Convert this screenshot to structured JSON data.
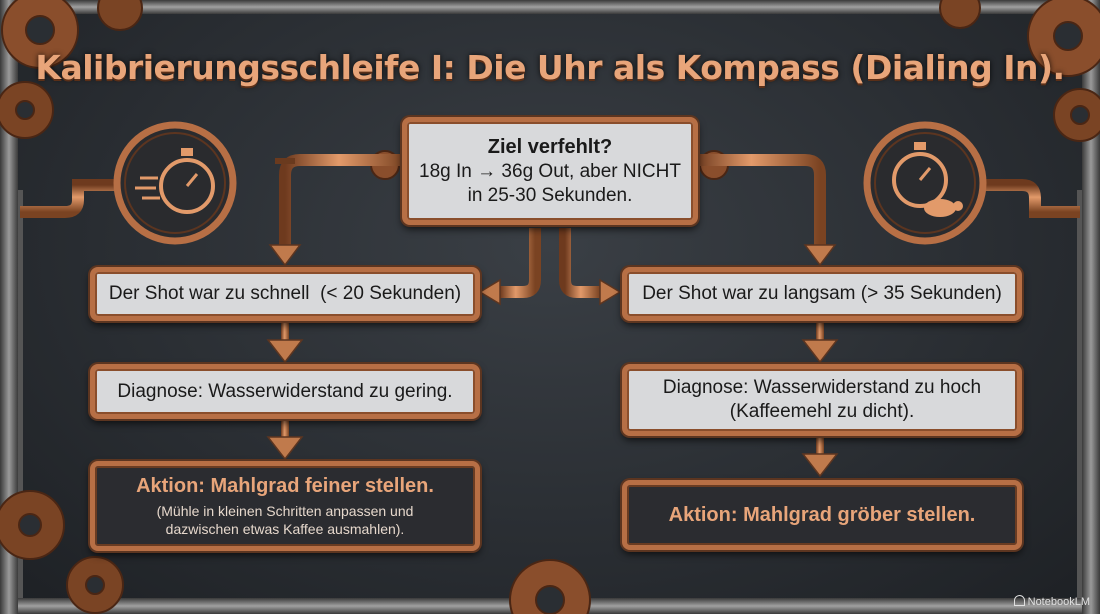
{
  "title": "Kalibrierungsschleife I: Die Uhr als Kompass (Dialing In).",
  "top_box": {
    "heading": "Ziel verfehlt?",
    "line1": "18g In → 36g Out, aber NICHT",
    "line2": "in 25-30 Sekunden."
  },
  "left": {
    "condition": "Der Shot war zu schnell  (< 20 Sekunden)",
    "diagnosis": "Diagnose: Wasserwiderstand zu gering.",
    "action_title": "Aktion: Mahlgrad feiner stellen.",
    "action_note_line1": "(Mühle in kleinen Schritten anpassen und",
    "action_note_line2": "dazwischen etwas Kaffee ausmahlen)."
  },
  "right": {
    "condition": "Der Shot war zu langsam (> 35 Sekunden)",
    "diagnosis_line1": "Diagnose: Wasserwiderstand zu hoch",
    "diagnosis_line2": "(Kaffeemehl zu dicht).",
    "action_title": "Aktion: Mahlgrad gröber stellen."
  },
  "icons": {
    "left": "stopwatch-fast-icon",
    "right": "stopwatch-turtle-icon"
  },
  "footer": "NotebookLM",
  "colors": {
    "copper": "#b76f45",
    "title": "#e8a57a",
    "background": "#2a2e33",
    "box_light": "#d8d9db",
    "box_dark": "#2b2c30"
  }
}
